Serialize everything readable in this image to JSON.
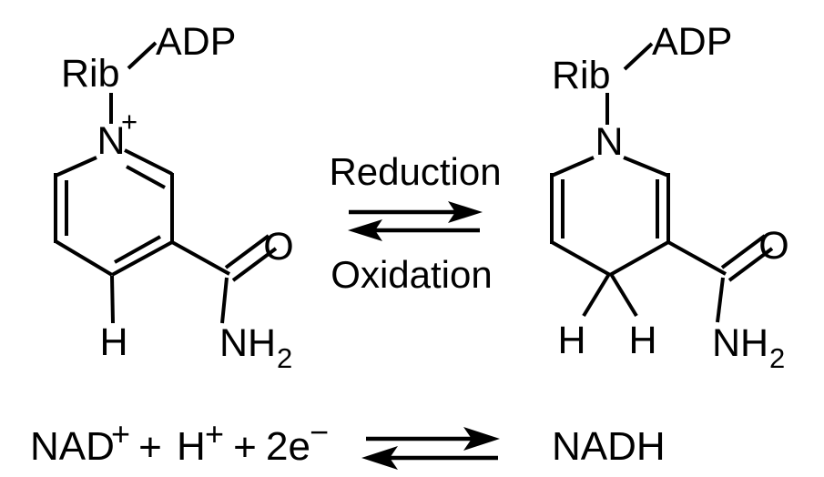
{
  "colors": {
    "ink": "#000000",
    "background": "#ffffff"
  },
  "left_molecule": {
    "rib": "Rib",
    "adp": "ADP",
    "nitrogen": "N",
    "charge": "+",
    "c4_hydrogen": "H",
    "carbonyl_oxygen": "O",
    "amide": "NH",
    "amide_sub": "2"
  },
  "right_molecule": {
    "rib": "Rib",
    "adp": "ADP",
    "nitrogen": "N",
    "c4_hydrogen_left": "H",
    "c4_hydrogen_right": "H",
    "carbonyl_oxygen": "O",
    "amide": "NH",
    "amide_sub": "2"
  },
  "reaction": {
    "forward": "Reduction",
    "reverse": "Oxidation"
  },
  "equation": {
    "nad": "NAD",
    "nad_charge": "+",
    "plus_first": "+",
    "proton": "H",
    "proton_charge": "+",
    "plus_second": "+",
    "electrons": "2e",
    "electrons_charge": "−",
    "product": "NADH"
  }
}
